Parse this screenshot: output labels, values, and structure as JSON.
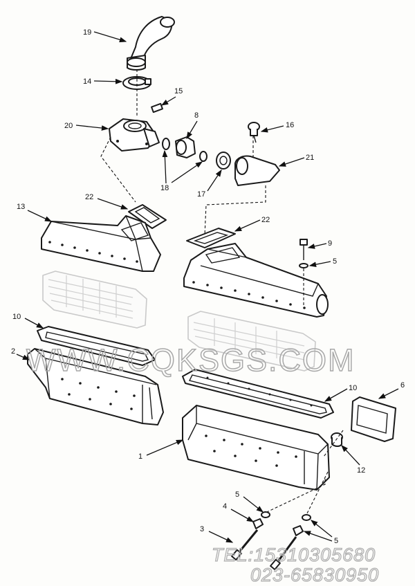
{
  "diagram": {
    "callouts": {
      "c1": "1",
      "c2": "2",
      "c3": "3",
      "c4": "4",
      "c5a": "5",
      "c5b": "5",
      "c5c": "5",
      "c6": "6",
      "c8": "8",
      "c9": "9",
      "c10a": "10",
      "c10b": "10",
      "c12": "12",
      "c13": "13",
      "c14": "14",
      "c15": "15",
      "c16": "16",
      "c17": "17",
      "c18": "18",
      "c19": "19",
      "c20": "20",
      "c21": "21",
      "c22a": "22",
      "c22b": "22"
    }
  },
  "watermark": {
    "site": "WWW.CQKSGS.COM",
    "phone": "TEL:15310305680",
    "phone2": "023-65830950"
  }
}
